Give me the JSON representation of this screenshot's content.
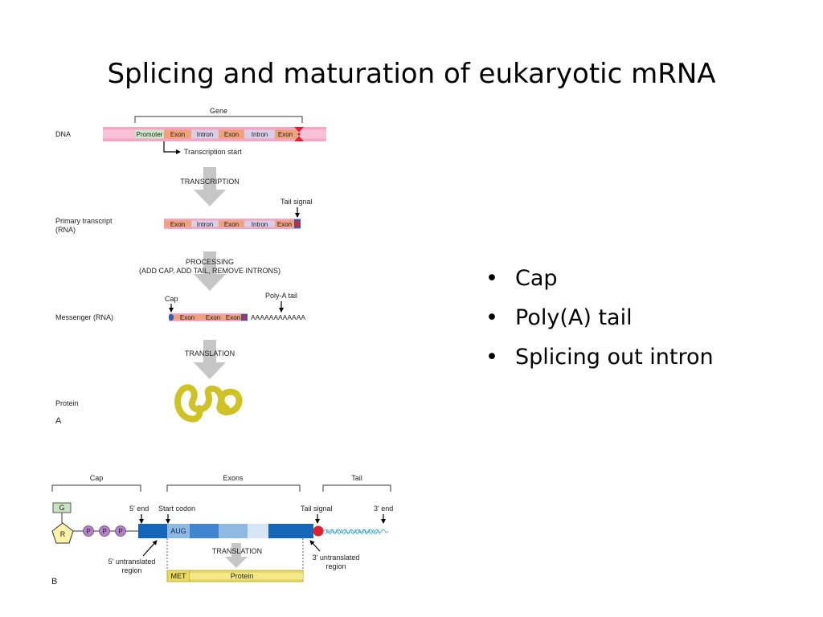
{
  "title": "Splicing and maturation of eukaryotic mRNA",
  "bullets": [
    "Cap",
    "Poly(A) tail",
    "Splicing out intron"
  ],
  "panel_a": {
    "panel_label": "A",
    "gene_label": "Gene",
    "rows": {
      "dna": "DNA",
      "primary_line1": "Primary transcript",
      "primary_line2": "(RNA)",
      "messenger": "Messenger (RNA)",
      "protein": "Protein"
    },
    "dna_segments": [
      "Promoter",
      "Exon",
      "Intron",
      "Exon",
      "Intron",
      "Exon"
    ],
    "transcription_start": "Transcription start",
    "transcription": "TRANSCRIPTION",
    "tail_signal": "Tail signal",
    "primary_segments": [
      "Exon",
      "Intron",
      "Exon",
      "Intron",
      "Exon"
    ],
    "processing_line1": "PROCESSING",
    "processing_line2": "(ADD CAP, ADD TAIL, REMOVE INTRONS)",
    "cap": "Cap",
    "poly_a_tail": "Poly-A tail",
    "mrna_segments": [
      "Exon",
      "Exon",
      "Exon"
    ],
    "poly_a_seq": "AAAAAAAAAAAA",
    "translation": "TRANSLATION"
  },
  "panel_b": {
    "panel_label": "B",
    "cap": "Cap",
    "exons": "Exons",
    "tail": "Tail",
    "g": "G",
    "r": "R",
    "p": [
      "P",
      "P",
      "P"
    ],
    "five_end": "5' end",
    "start_codon": "Start codon",
    "tail_signal": "Tail signal",
    "three_end": "3' end",
    "aug": "AUG",
    "poly_a_seq": "AAAAAAAAAAAA",
    "translation": "TRANSLATION",
    "utr5_line1": "5' untranslated",
    "utr5_line2": "region",
    "utr3_line1": "3' untranslated",
    "utr3_line2": "region",
    "met": "MET",
    "protein": "Protein"
  },
  "colors": {
    "dna_pink": "#f4a6c4",
    "promoter_green": "#cfe7c9",
    "exon_orange": "#f0a37a",
    "intron_lilac": "#d9cde8",
    "arrow_gray": "#c6c6c6",
    "protein_yellow": "#cfc225",
    "blue_dark": "#1565b8",
    "blue_light": "#8fb8e2",
    "phosphate_purple": "#b37fc6",
    "g_green": "#c9e2c2",
    "r_yellow": "#fdf3a8",
    "red": "#e02030",
    "poly_a_cyan": "#2fa4c8"
  }
}
